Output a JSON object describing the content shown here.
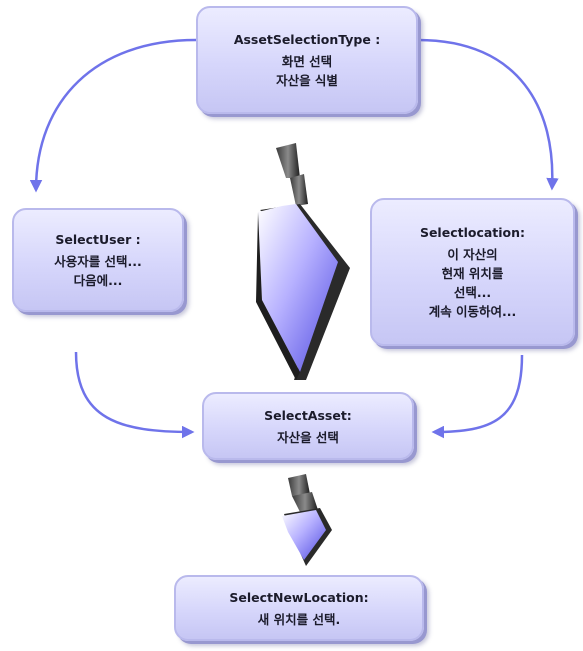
{
  "nodes": {
    "asset_selection_type": {
      "title": "AssetSelectionType :",
      "lines": [
        "화면 선택",
        "자산을 식별"
      ]
    },
    "select_user": {
      "title": "SelectUser :",
      "lines": [
        "사용자를 선택...",
        "다음에..."
      ]
    },
    "select_location": {
      "title": "Selectlocation:",
      "lines": [
        "이 자산의",
        "현재 위치를",
        "선택...",
        "계속 이동하여..."
      ]
    },
    "select_asset": {
      "title": "SelectAsset:",
      "lines": [
        "자산을 선택"
      ]
    },
    "select_new_location": {
      "title": "SelectNewLocation:",
      "lines": [
        "새 위치를 선택."
      ]
    }
  },
  "colors": {
    "box_fill": "#d6d6fb",
    "box_border": "#b9b9ec",
    "connector": "#6f73ea",
    "arrow_gradient_top": "#ffffff",
    "arrow_gradient_mid": "#a9a4ff",
    "arrow_gradient_bottom": "#5a55e6"
  }
}
